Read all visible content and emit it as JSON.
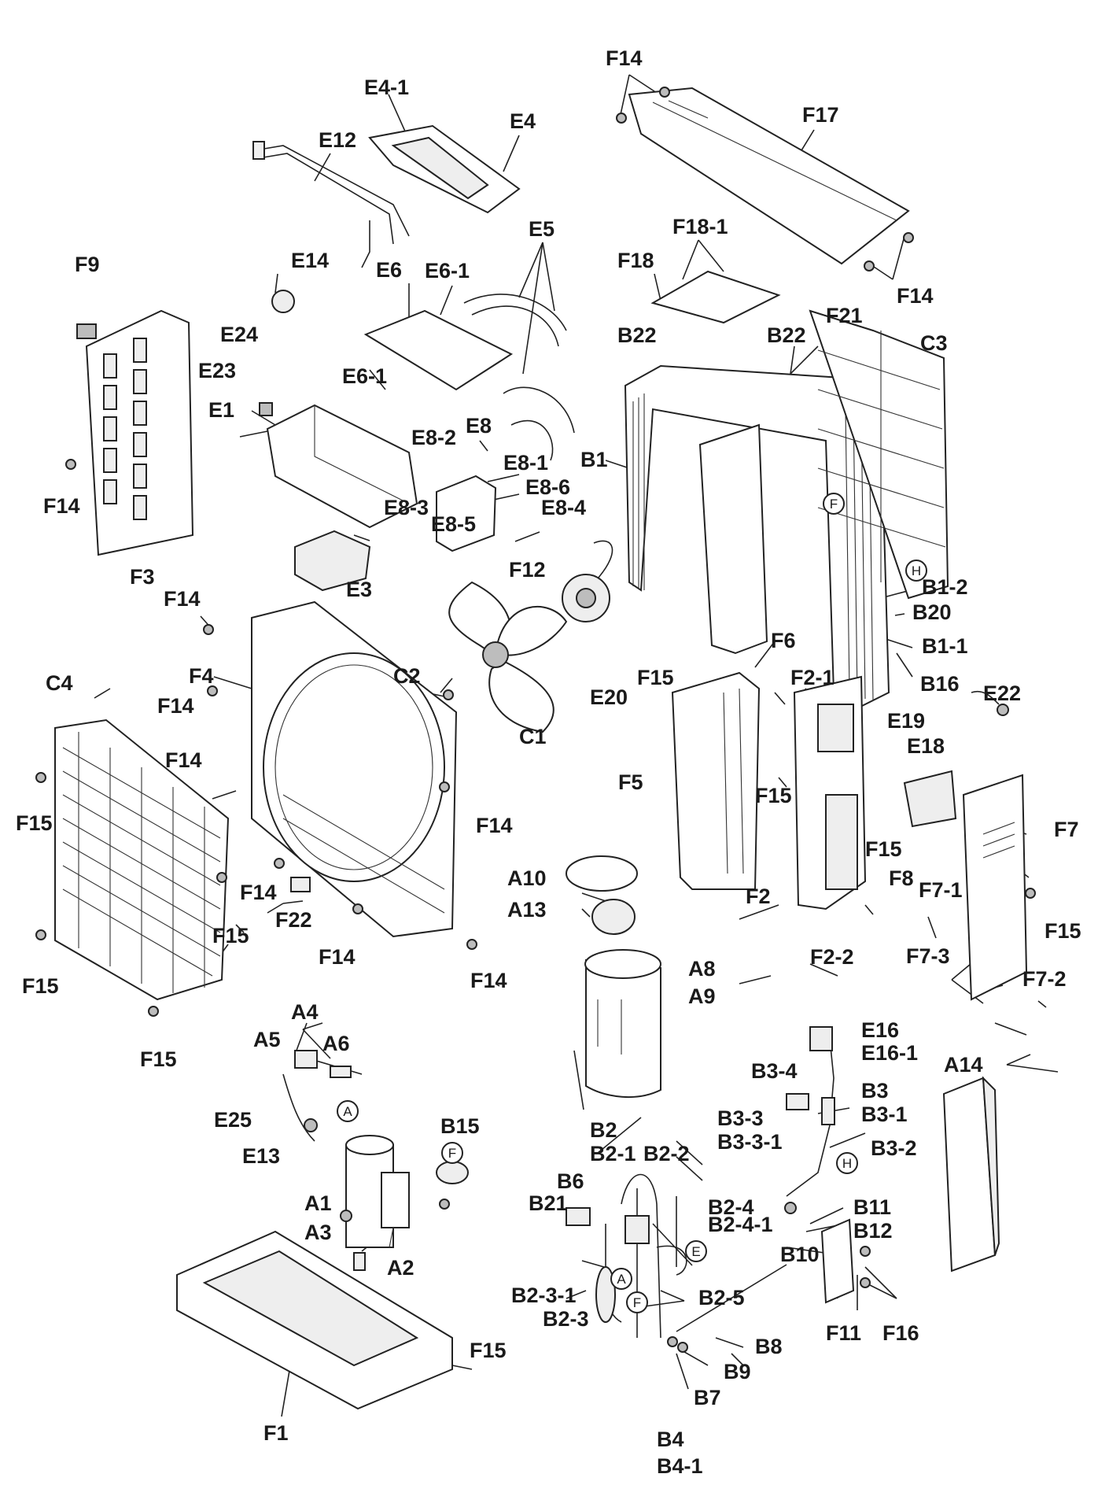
{
  "labels": [
    "F14",
    "F17",
    "E4-1",
    "E4",
    "E12",
    "F18-1",
    "F18",
    "F9",
    "E14",
    "E6",
    "E6-1",
    "E5",
    "E24",
    "E23",
    "E6-1",
    "E1",
    "E8",
    "E8-2",
    "E8-1",
    "E8-6",
    "E8-3",
    "E8-5",
    "E8-4",
    "E3",
    "B22",
    "B22",
    "F21",
    "C3",
    "B1",
    "F14",
    "F14",
    "F3",
    "F12",
    "B1-2",
    "B20",
    "B1-1",
    "F14",
    "F4",
    "C2",
    "F6",
    "F15",
    "E20",
    "B16",
    "F2-1",
    "E22",
    "C4",
    "F14",
    "E19",
    "E18",
    "C1",
    "F5",
    "F15",
    "F14",
    "F14",
    "F15",
    "F15",
    "F7",
    "F8",
    "F7-1",
    "A10",
    "F14",
    "F15",
    "F2",
    "A13",
    "F22",
    "F15",
    "F2-2",
    "F14",
    "F14",
    "F7-3",
    "F7-2",
    "A8",
    "A9",
    "F15",
    "F15",
    "A4",
    "E16",
    "E16-1",
    "A5",
    "A6",
    "A14",
    "B3-4",
    "B3",
    "B3-1",
    "E25",
    "B15",
    "B2",
    "B3-3",
    "B3-3-1",
    "B3-2",
    "E13",
    "B2-1",
    "B2-2",
    "B6",
    "A1",
    "B21",
    "B2-4",
    "B11",
    "A3",
    "B2-4-1",
    "B12",
    "A2",
    "B10",
    "B2-3-1",
    "B2-5",
    "F11",
    "F16",
    "B2-3",
    "F15",
    "B8",
    "F1",
    "B9",
    "B7",
    "B4",
    "B4-1"
  ],
  "markers": [
    "A",
    "F",
    "H",
    "F",
    "E",
    "A",
    "F",
    "H"
  ]
}
